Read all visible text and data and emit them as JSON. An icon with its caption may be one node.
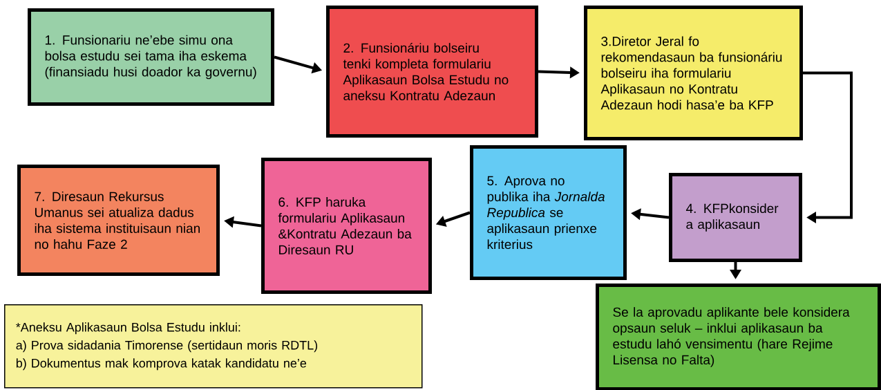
{
  "diagram": {
    "nodes": [
      {
        "text": [
          "1. Funsionariu ne’ebe simu ona bolsa estudu sei tama iha eskema (finansiadu husi doador ka governu)"
        ]
      },
      {
        "text": [
          "2. Funsionáriu bolseiru tenki kompleta formulariu Aplikasaun Bolsa Estudu no aneksu Kontratu Adezaun"
        ]
      },
      {
        "text": [
          "3.Diretor Jeral fo rekomendasaun ba funsionáriu bolseiru iha formulariu Aplikasaun no Kontratu Adezaun hodi hasa’e ba KFP"
        ]
      },
      {
        "text": [
          "4. KFPkonsider a aplikasaun"
        ]
      },
      {
        "text": [
          "5. Aprova no publika iha *Jornalda Republica* se aplikasaun prienxe kriterius"
        ]
      },
      {
        "text": [
          "6. KFP haruka formulariu Aplikasaun &Kontratu Adezaun ba Diresaun RU"
        ]
      },
      {
        "text": [
          "7. Diresaun Rekursus Umanus sei atualiza dadus iha sistema instituisaun nian no hahu Faze 2"
        ]
      },
      {
        "text": [
          "Se la aprovadu aplikante bele konsidera opsaun seluk – inklui aplikasaun ba estudu lahó vensimentu (hare Rejime Lisensa no Falta)"
        ]
      },
      {
        "text": [
          "*Aneksu Aplikasaun Bolsa Estudu inklui:",
          "a) Prova sidadania Timorense (sertidaun moris RDTL)",
          "b) Dokumentus mak komprova katak kandidatu ne’e"
        ]
      }
    ],
    "edges": [
      {
        "from": 0,
        "to": 1,
        "arrow": "to"
      },
      {
        "from": 1,
        "to": 2,
        "arrow": "to"
      },
      {
        "from": 2,
        "to": 3,
        "arrow": "to"
      },
      {
        "from": 3,
        "to": 4,
        "arrow": "to"
      },
      {
        "from": 4,
        "to": 5,
        "arrow": "to"
      },
      {
        "from": 5,
        "to": 6,
        "arrow": "to"
      },
      {
        "from": 3,
        "to": 7,
        "arrow": "to"
      }
    ]
  }
}
